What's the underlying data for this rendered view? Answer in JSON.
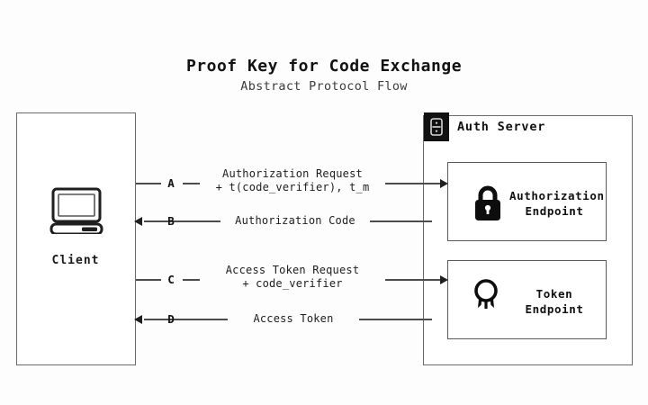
{
  "header": {
    "title": "Proof Key for Code Exchange",
    "subtitle": "Abstract Protocol Flow"
  },
  "client": {
    "label": "Client",
    "icon": "desktop-computer-icon"
  },
  "auth_server": {
    "title": "Auth Server",
    "icon": "server-tower-icon",
    "endpoints": [
      {
        "label": "Authorization\nEndpoint",
        "icon": "padlock-icon"
      },
      {
        "label": "Token\nEndpoint",
        "icon": "award-badge-icon"
      }
    ]
  },
  "flows": [
    {
      "step": "A",
      "direction": "right",
      "label": "Authorization Request\n+ t(code_verifier), t_m"
    },
    {
      "step": "B",
      "direction": "left",
      "label": "Authorization Code"
    },
    {
      "step": "C",
      "direction": "right",
      "label": "Access Token Request\n+ code_verifier"
    },
    {
      "step": "D",
      "direction": "left",
      "label": "Access Token"
    }
  ],
  "colors": {
    "background": "#fdfdfd",
    "box_border": "#6a6a6a",
    "inner_border": "#5a5a5a",
    "line": "#4c4c4c",
    "ink": "#111111",
    "badge_fill": "#111111"
  }
}
